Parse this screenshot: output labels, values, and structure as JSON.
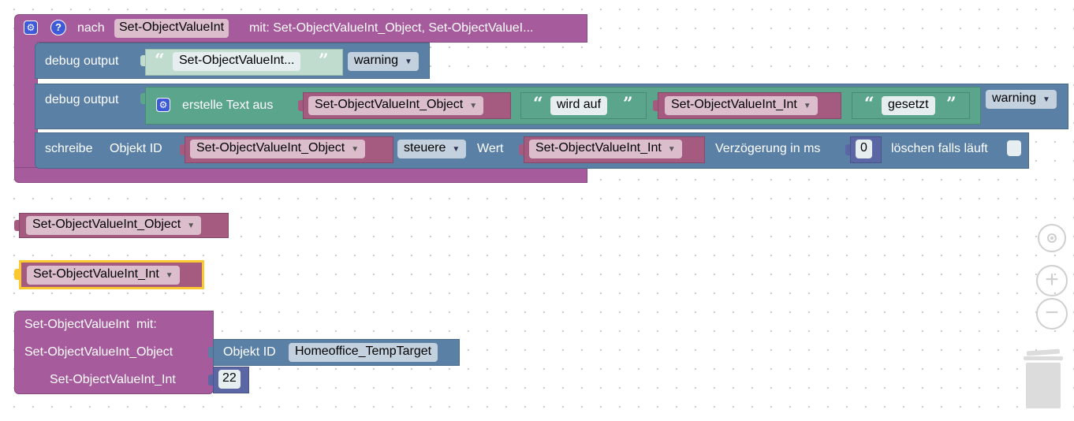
{
  "function_block": {
    "prefix": "nach",
    "func_name": "Set-ObjectValueInt",
    "params_label": "mit: Set-ObjectValueInt_Object, Set-ObjectValueI..."
  },
  "debug1": {
    "label": "debug output",
    "text_value": "Set-ObjectValueInt...",
    "level": "warning"
  },
  "debug2": {
    "label": "debug output",
    "text_join_label": "erstelle Text aus",
    "var1": "Set-ObjectValueInt_Object",
    "text1": "wird auf",
    "var2": "Set-ObjectValueInt_Int",
    "text2": "gesetzt",
    "level": "warning"
  },
  "write_block": {
    "label": "schreibe",
    "object_label": "Objekt ID",
    "var_object": "Set-ObjectValueInt_Object",
    "mode": "steuere",
    "value_label": "Wert",
    "var_value": "Set-ObjectValueInt_Int",
    "delay_label": "Verzögerung in ms",
    "delay_value": "0",
    "clear_label": "löschen falls läuft"
  },
  "loose_blocks": {
    "var_object": "Set-ObjectValueInt_Object",
    "var_int": "Set-ObjectValueInt_Int"
  },
  "call_block": {
    "title": "Set-ObjectValueInt  mit:",
    "param1_label": "Set-ObjectValueInt_Object",
    "param1_object_label": "Objekt ID",
    "param1_object_value": "Homeoffice_TempTarget",
    "param2_label": "Set-ObjectValueInt_Int",
    "param2_value": "22"
  },
  "icons": {
    "gear": "gear-icon",
    "help": "help-icon",
    "quote_open": "quote-open-icon",
    "quote_close": "quote-close-icon",
    "dropdown": "dropdown-arrow-icon",
    "recenter": "recenter-icon",
    "zoom_in": "zoom-in-icon",
    "zoom_out": "zoom-out-icon",
    "trash": "trash-icon"
  },
  "colors": {
    "procedure": "#a55b9c",
    "debug": "#5b80a5",
    "text": "#5ba58c",
    "variable": "#a55b80",
    "number": "#5b67a5",
    "selected_outline": "#fcc830"
  }
}
